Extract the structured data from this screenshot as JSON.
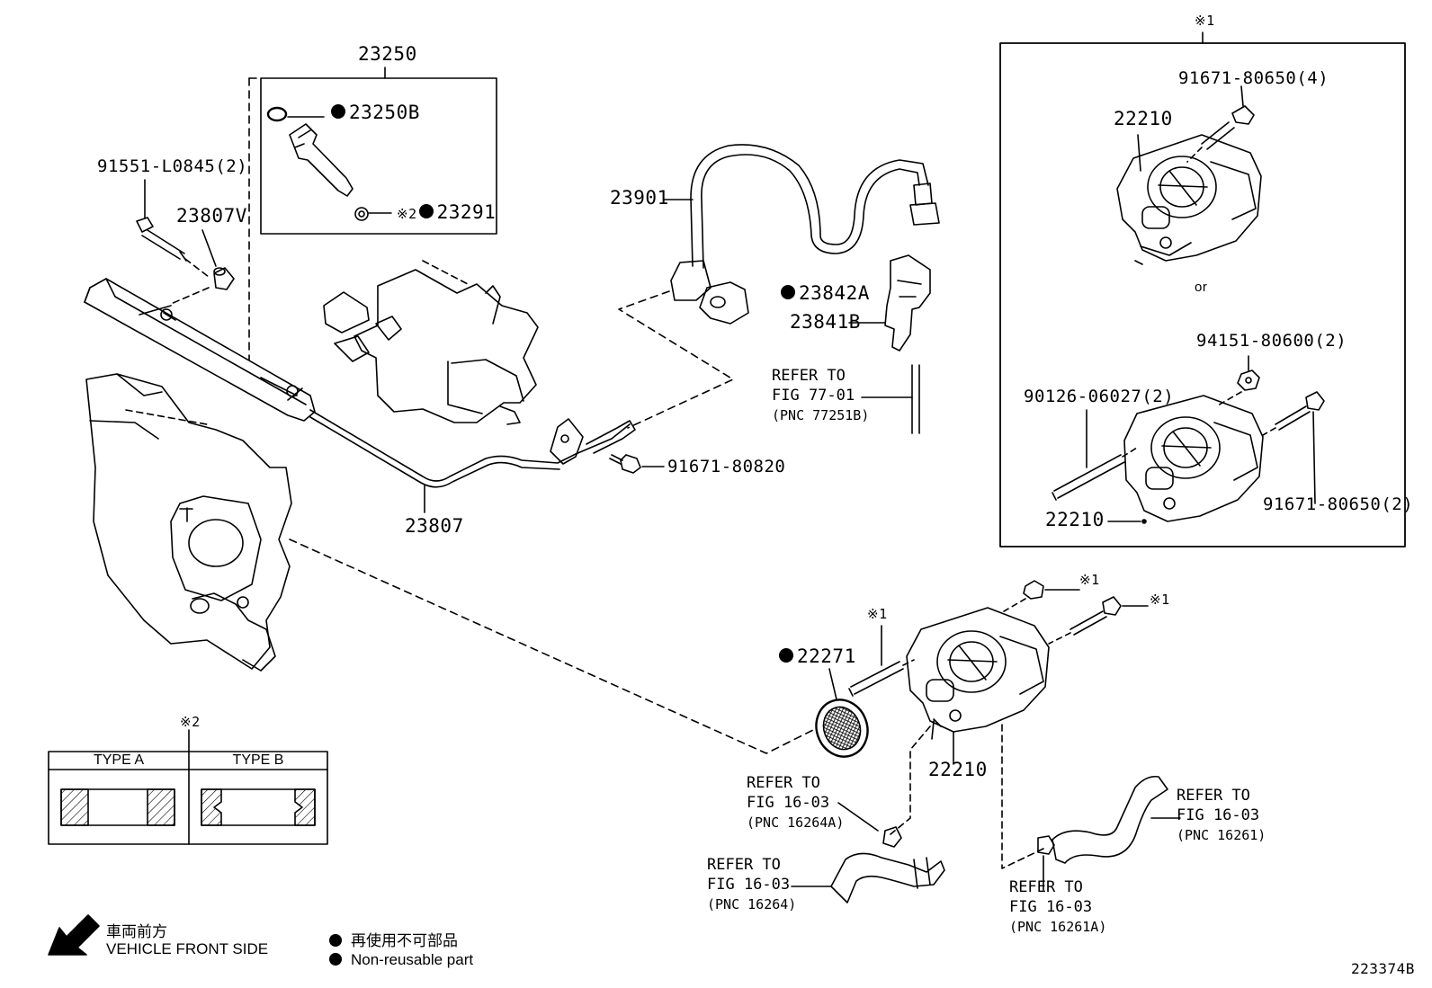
{
  "labels": {
    "p23250": "23250",
    "p23250B": "23250B",
    "p23291": "23291",
    "p91551": "91551-L0845(2)",
    "p23807V": "23807V",
    "p23807": "23807",
    "p91671_80820": "91671-80820",
    "p23901": "23901",
    "p23842A": "23842A",
    "p23841B": "23841B",
    "p22271": "22271",
    "p22210_main": "22210",
    "p22210_a": "22210",
    "p22210_b": "22210",
    "p91671_80650_4": "91671-80650(4)",
    "p94151": "94151-80600(2)",
    "p90126": "90126-06027(2)",
    "p91671_80650_2": "91671-80650(2)",
    "or": "or",
    "note1": "※1",
    "note2": "※2",
    "figure_id": "223374B"
  },
  "refs": {
    "r77": {
      "line1": "REFER TO",
      "line2": "FIG 77-01",
      "line3": "(PNC 77251B)"
    },
    "r16264A": {
      "line1": "REFER TO",
      "line2": "FIG 16-03",
      "line3": "(PNC 16264A)"
    },
    "r16264": {
      "line1": "REFER TO",
      "line2": "FIG 16-03",
      "line3": "(PNC 16264)"
    },
    "r16261": {
      "line1": "REFER TO",
      "line2": "FIG 16-03",
      "line3": "(PNC 16261)"
    },
    "r16261A": {
      "line1": "REFER TO",
      "line2": "FIG 16-03",
      "line3": "(PNC 16261A)"
    }
  },
  "type_table": {
    "type_a": "TYPE A",
    "type_b": "TYPE B"
  },
  "legend": {
    "front_jp": "車両前方",
    "front_en": "VEHICLE FRONT SIDE",
    "nonreuse_jp": "再使用不可部品",
    "nonreuse_en": "Non-reusable part"
  }
}
